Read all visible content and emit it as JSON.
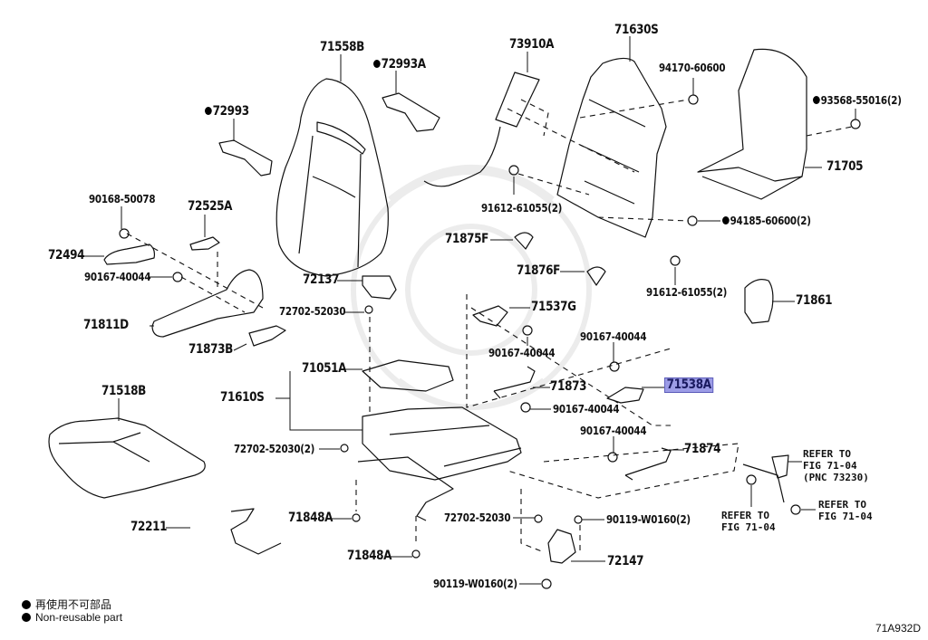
{
  "diagram": {
    "title": "Seat assembly exploded parts diagram",
    "figure_id": "71A932D",
    "highlight_color": "#9c9ce6",
    "parts": [
      {
        "id": "p71558B",
        "label": "71558B",
        "non_reusable": false
      },
      {
        "id": "p72993A",
        "label": "72993A",
        "non_reusable": true
      },
      {
        "id": "p72993",
        "label": "72993",
        "non_reusable": true
      },
      {
        "id": "p73910A",
        "label": "73910A",
        "non_reusable": false
      },
      {
        "id": "p71630S",
        "label": "71630S",
        "non_reusable": false
      },
      {
        "id": "p94170",
        "label": "94170-60600",
        "non_reusable": false
      },
      {
        "id": "p93568",
        "label": "93568-55016(2)",
        "non_reusable": true
      },
      {
        "id": "p71705",
        "label": "71705",
        "non_reusable": false
      },
      {
        "id": "p90168",
        "label": "90168-50078",
        "non_reusable": false
      },
      {
        "id": "p72525A",
        "label": "72525A",
        "non_reusable": false
      },
      {
        "id": "p72494",
        "label": "72494",
        "non_reusable": false
      },
      {
        "id": "p90167a",
        "label": "90167-40044",
        "non_reusable": false
      },
      {
        "id": "p71811D",
        "label": "71811D",
        "non_reusable": false
      },
      {
        "id": "p71873B",
        "label": "71873B",
        "non_reusable": false
      },
      {
        "id": "p91612a",
        "label": "91612-61055(2)",
        "non_reusable": false
      },
      {
        "id": "p94185",
        "label": "94185-60600(2)",
        "non_reusable": true
      },
      {
        "id": "p71875F",
        "label": "71875F",
        "non_reusable": false
      },
      {
        "id": "p71876F",
        "label": "71876F",
        "non_reusable": false
      },
      {
        "id": "p72137",
        "label": "72137",
        "non_reusable": false
      },
      {
        "id": "p91612b",
        "label": "91612-61055(2)",
        "non_reusable": false
      },
      {
        "id": "p71861",
        "label": "71861",
        "non_reusable": false
      },
      {
        "id": "p72702a",
        "label": "72702-52030",
        "non_reusable": false
      },
      {
        "id": "p71537G",
        "label": "71537G",
        "non_reusable": false
      },
      {
        "id": "p90167b",
        "label": "90167-40044",
        "non_reusable": false
      },
      {
        "id": "p90167c",
        "label": "90167-40044",
        "non_reusable": false
      },
      {
        "id": "p71051A",
        "label": "71051A",
        "non_reusable": false
      },
      {
        "id": "p71873",
        "label": "71873",
        "non_reusable": false
      },
      {
        "id": "p71538A",
        "label": "71538A",
        "non_reusable": false,
        "highlighted": true
      },
      {
        "id": "p71610S",
        "label": "71610S",
        "non_reusable": false
      },
      {
        "id": "p90167d",
        "label": "90167-40044",
        "non_reusable": false
      },
      {
        "id": "p71518B",
        "label": "71518B",
        "non_reusable": false
      },
      {
        "id": "p90167e",
        "label": "90167-40044",
        "non_reusable": false
      },
      {
        "id": "p71874",
        "label": "71874",
        "non_reusable": false
      },
      {
        "id": "p72702b",
        "label": "72702-52030(2)",
        "non_reusable": false
      },
      {
        "id": "p71848a",
        "label": "71848A",
        "non_reusable": false
      },
      {
        "id": "p72702c",
        "label": "72702-52030",
        "non_reusable": false
      },
      {
        "id": "p90119a",
        "label": "90119-W0160(2)",
        "non_reusable": false
      },
      {
        "id": "p72211",
        "label": "72211",
        "non_reusable": false
      },
      {
        "id": "p71848b",
        "label": "71848A",
        "non_reusable": false
      },
      {
        "id": "p72147",
        "label": "72147",
        "non_reusable": false
      },
      {
        "id": "p90119b",
        "label": "90119-W0160(2)",
        "non_reusable": false
      }
    ],
    "references": [
      {
        "id": "ref1",
        "text": "REFER TO\nFIG 71-04\n(PNC 73230)"
      },
      {
        "id": "ref2",
        "text": "REFER TO\nFIG 71-04"
      },
      {
        "id": "ref3",
        "text": "REFER TO\nFIG 71-04"
      }
    ]
  },
  "legend": {
    "items": [
      {
        "symbol": "filled-circle",
        "text": "再使用不可部品"
      },
      {
        "symbol": "filled-circle",
        "text": "Non-reusable part"
      }
    ]
  }
}
